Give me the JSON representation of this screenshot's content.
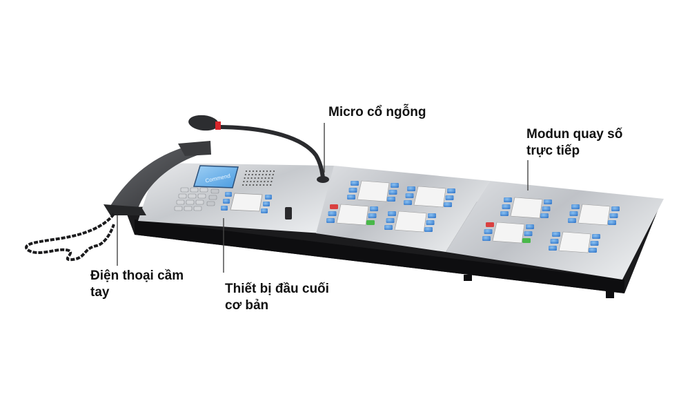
{
  "labels": {
    "handset": {
      "line1": "Điện thoại cầm",
      "line2": "tay"
    },
    "base_terminal": {
      "line1": "Thiết bị đầu cuối",
      "line2": "cơ bản"
    },
    "gooseneck_mic": {
      "line1": "Micro cổ ngỗng"
    },
    "direct_dial_module": {
      "line1": "Modun quay số",
      "line2": "trực tiếp"
    }
  },
  "device": {
    "display_text": "Commend"
  },
  "colors": {
    "panel_metal": "#c9ccd0",
    "key_blue": "#3f86d9",
    "key_red": "#d94040",
    "key_green": "#49b84a",
    "mic_ring": "#d8262c",
    "base_black": "#1b1b1d"
  }
}
